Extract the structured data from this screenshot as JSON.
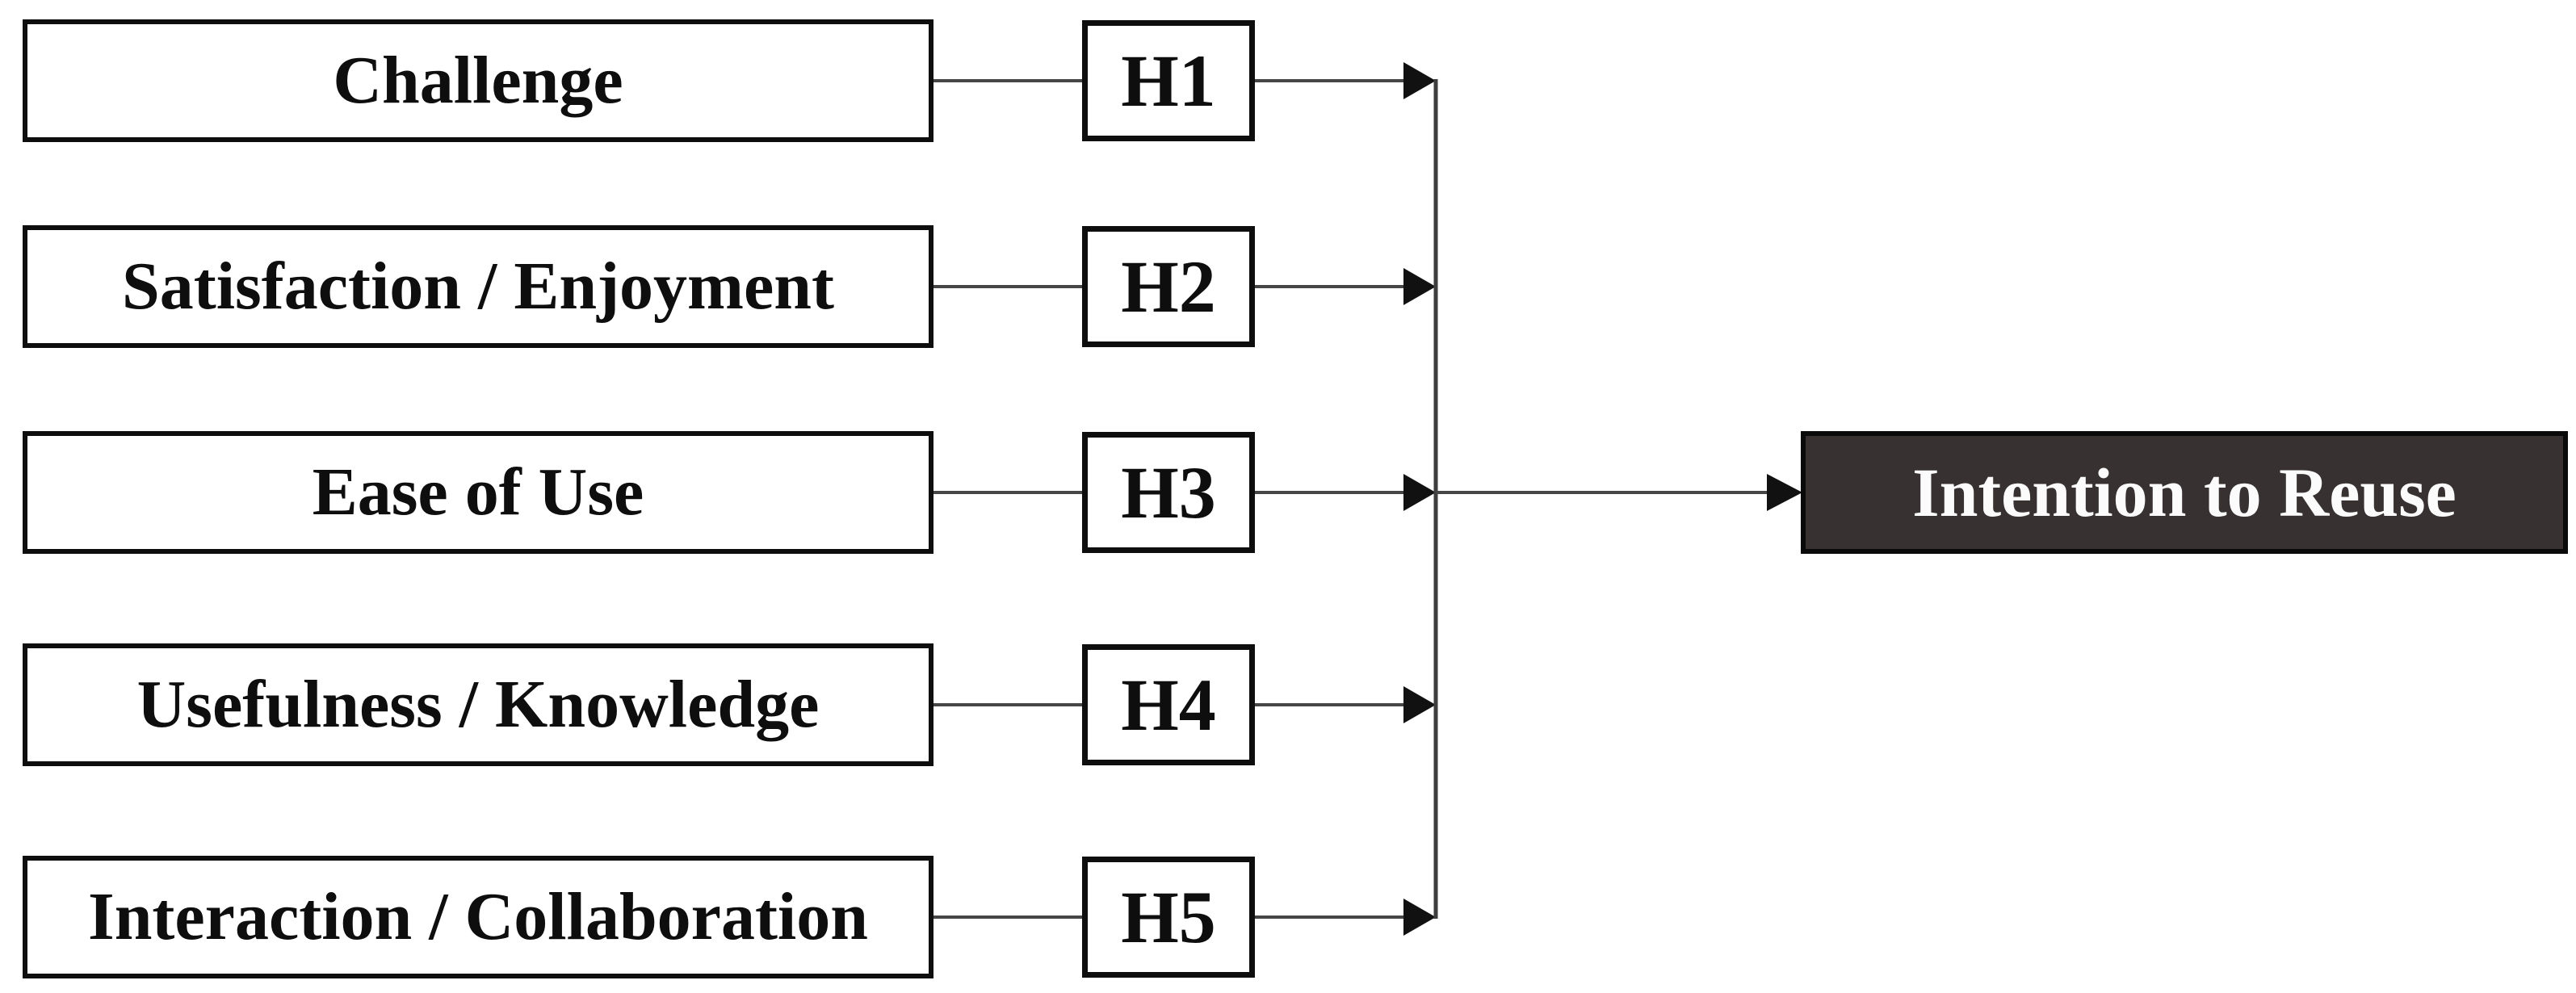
{
  "diagram": {
    "factors": [
      {
        "label": "Challenge",
        "hypothesis": "H1"
      },
      {
        "label": "Satisfaction / Enjoyment",
        "hypothesis": "H2"
      },
      {
        "label": "Ease of Use",
        "hypothesis": "H3"
      },
      {
        "label": "Usefulness / Knowledge",
        "hypothesis": "H4"
      },
      {
        "label": "Interaction / Collaboration",
        "hypothesis": "H5"
      }
    ],
    "outcome": {
      "label": "Intention to Reuse"
    },
    "colors": {
      "background": "#ffffff",
      "box_fill": "#ffffff",
      "box_border": "#0e0e0e",
      "box_text": "#0e0e0e",
      "outcome_fill": "#373131",
      "outcome_text": "#fbfbfb",
      "connector_line": "#464646",
      "arrowhead": "#111111"
    }
  }
}
